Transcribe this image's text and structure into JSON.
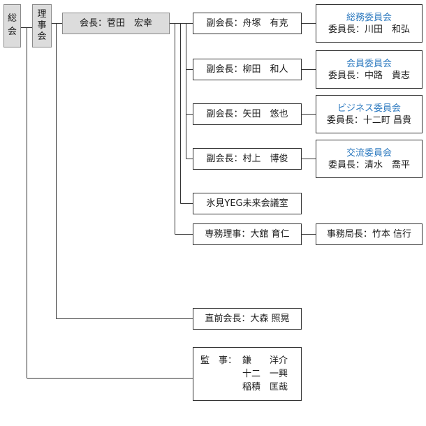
{
  "nodes": {
    "soukai": [
      "総",
      "会"
    ],
    "rijikai": [
      "理",
      "事",
      "会"
    ],
    "kaichou": "会長：菅田　宏幸",
    "fukukaichou": [
      "副会長：舟塚　有克",
      "副会長：柳田　和人",
      "副会長：矢田　悠也",
      "副会長：村上　博俊"
    ],
    "committees": [
      {
        "name": "総務委員会",
        "chair": "委員長：川田　和弘"
      },
      {
        "name": "会員委員会",
        "chair": "委員長：中路　貴志"
      },
      {
        "name": "ビジネス委員会",
        "chair": "委員長：十二町 昌貴"
      },
      {
        "name": "交流委員会",
        "chair": "委員長：清水　喬平"
      }
    ],
    "mirai": "氷見YEG未来会議室",
    "senmu": "専務理事：大舘 育仁",
    "jimukyoku": "事務局長：竹本 信行",
    "chokuzen": "直前会長：大森 照晃",
    "kansa": {
      "label": "監　事：",
      "names": [
        "鎌　　洋介",
        "十二　一興",
        "稲積　匡哉"
      ]
    }
  },
  "colors": {
    "line": "#333333",
    "gray_box": "#dcdcdc",
    "committee_text": "#2f7bc0"
  }
}
